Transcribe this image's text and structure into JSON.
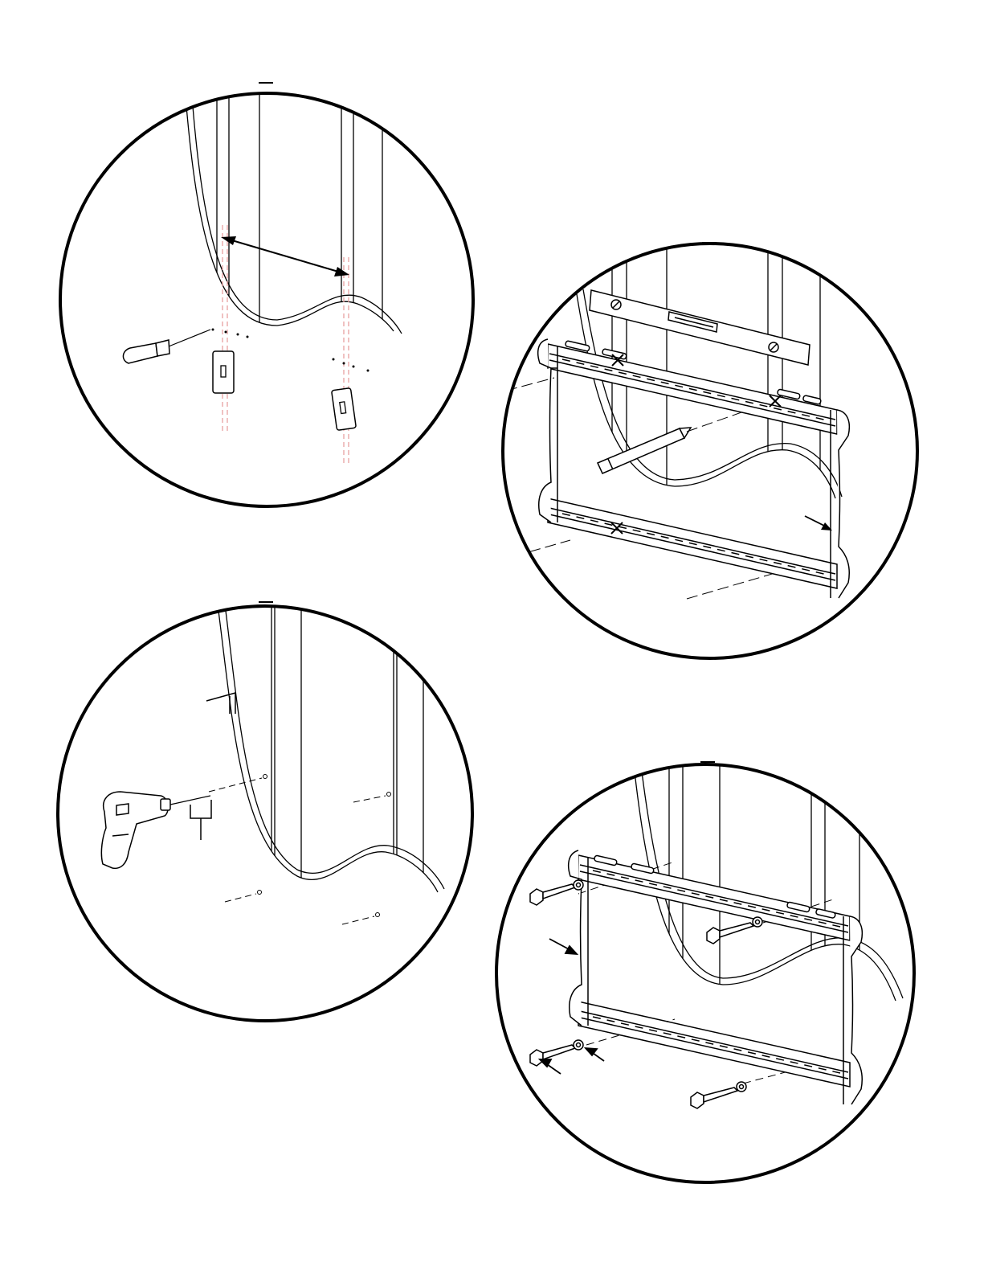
{
  "document": {
    "kind": "installation-instructions-illustration",
    "text_labels": []
  },
  "panels": [
    {
      "id": "locate-studs",
      "step_marker": "",
      "content": [
        "wall-studs",
        "stud-finder",
        "awl",
        "double-arrow-stud-spacing"
      ]
    },
    {
      "id": "level-and-mark",
      "step_marker": "",
      "content": [
        "wall-plate",
        "level",
        "pencil",
        "mark-crosses"
      ]
    },
    {
      "id": "drill-pilot-holes",
      "step_marker": "",
      "content": [
        "drill",
        "drill-bit-callout",
        "depth-callout",
        "pilot-holes"
      ]
    },
    {
      "id": "attach-wall-plate",
      "step_marker": "",
      "content": [
        "wall-plate",
        "lag-bolts",
        "washers",
        "callout-arrows"
      ]
    }
  ],
  "colors": {
    "line": "#000000",
    "guide": "#e8a0a0",
    "paper": "#ffffff"
  }
}
